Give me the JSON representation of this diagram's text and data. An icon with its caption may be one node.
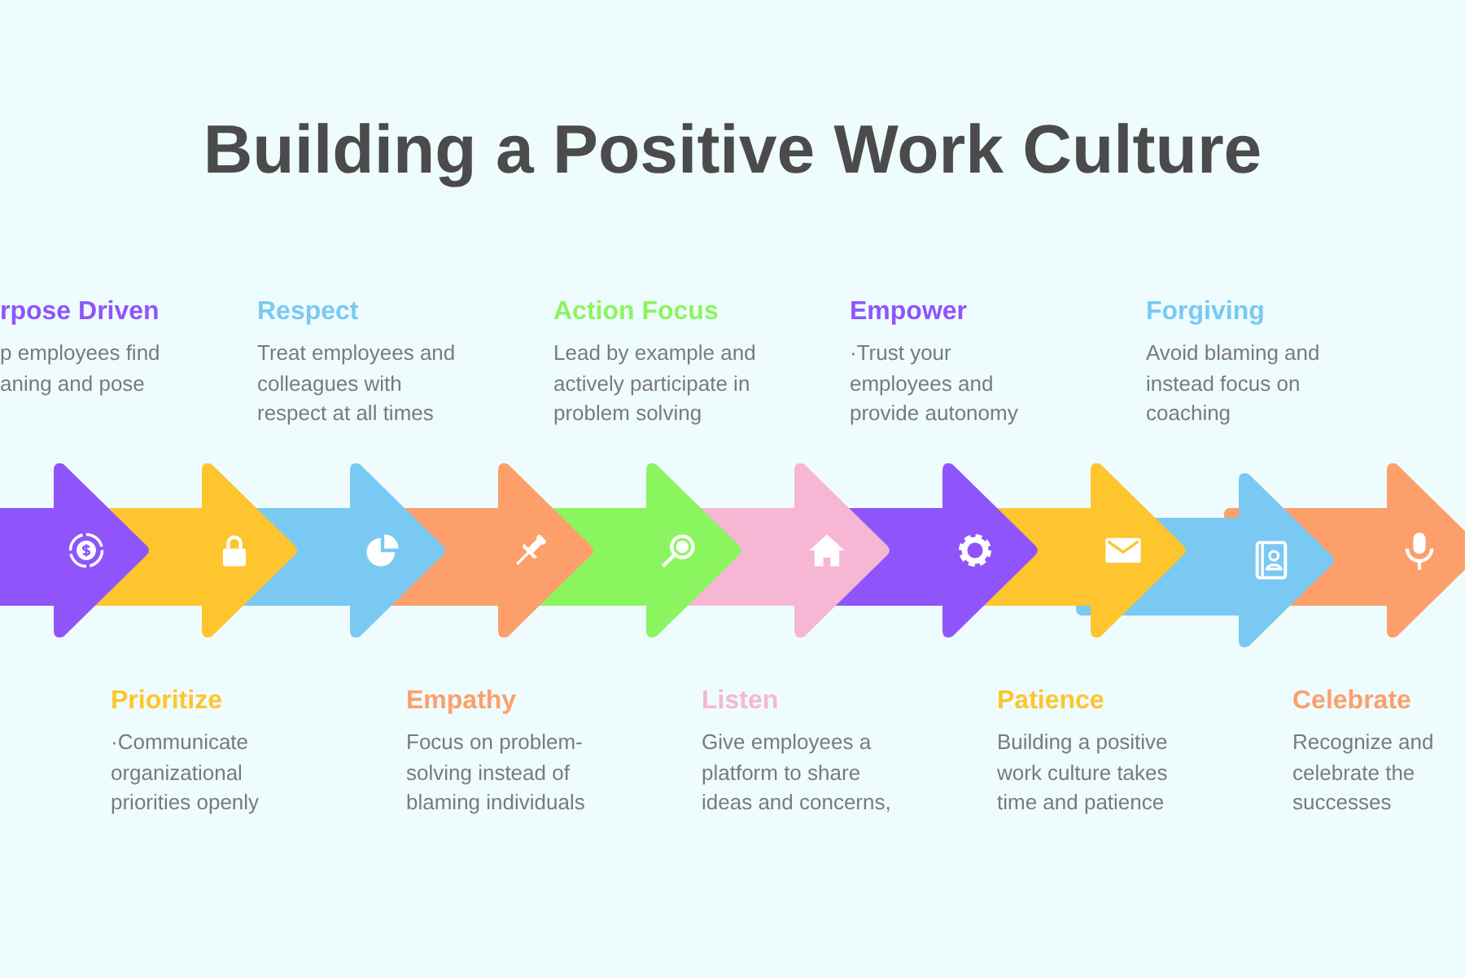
{
  "diagram": {
    "title": "Building a Positive Work Culture",
    "nodes": [
      {
        "text": [
          "rpose Driven",
          "p employees find aning and pose"
        ]
      },
      {
        "text": [
          "Prioritize",
          "·Communicate organizational priorities openly"
        ]
      },
      {
        "text": [
          "Respect",
          "Treat employees and colleagues with respect at all times"
        ]
      },
      {
        "text": [
          "Empathy",
          "Focus on problem-solving instead of blaming individuals"
        ]
      },
      {
        "text": [
          "Action Focus",
          "Lead by example and actively participate in problem solving"
        ]
      },
      {
        "text": [
          "Listen",
          "Give employees a platform to share ideas and concerns,"
        ]
      },
      {
        "text": [
          "Empower",
          "·Trust your employees and provide autonomy"
        ]
      },
      {
        "text": [
          "Patience",
          "Building a positive work culture takes time and patience"
        ]
      },
      {
        "text": [
          "Forgiving",
          "Avoid blaming and instead focus on coaching"
        ]
      },
      {
        "text": [
          "Celebrate",
          "Recognize and celebrate the successes"
        ]
      }
    ]
  }
}
